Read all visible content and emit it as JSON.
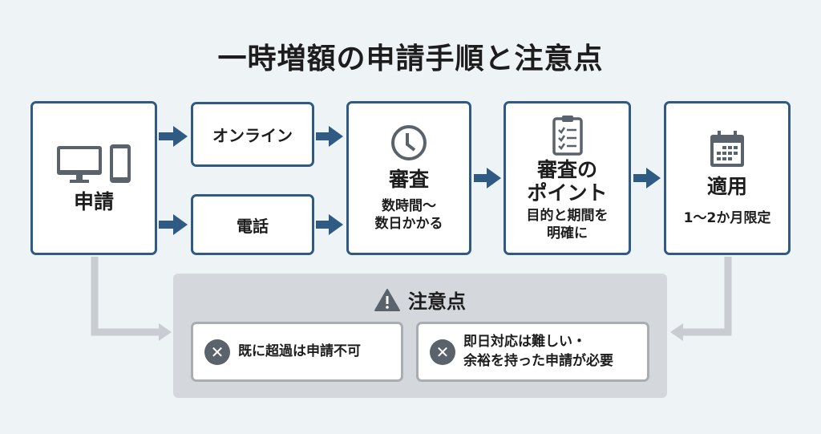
{
  "title": "一時増額の申請手順と注意点",
  "steps": {
    "apply": {
      "label": "申請"
    },
    "online": {
      "label": "オンライン"
    },
    "phone": {
      "label": "電話"
    },
    "review": {
      "label": "審査",
      "detail_1": "数時間〜",
      "detail_2": "数日かかる"
    },
    "points": {
      "label_1": "審査の",
      "label_2": "ポイント",
      "detail_1": "目的と期間を",
      "detail_2": "明確に"
    },
    "apply_result": {
      "label": "適用",
      "detail": "1〜2か月限定"
    }
  },
  "cautions": {
    "title": "注意点",
    "items": [
      {
        "line_1": "既に超過は申請不可"
      },
      {
        "line_1": "即日対応は難しい・",
        "line_2": "余裕を持った申請が必要"
      }
    ]
  },
  "colors": {
    "accent": "#2e5a84",
    "panel": "#d4d7db",
    "icon": "#5a626b"
  }
}
